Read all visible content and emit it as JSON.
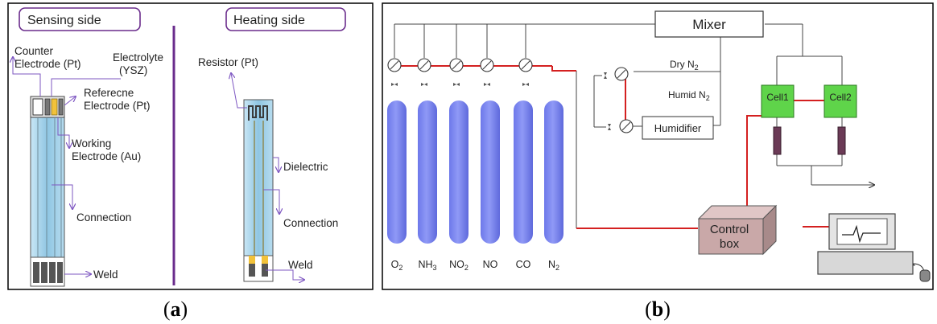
{
  "panel_a": {
    "sensing_title": "Sensing side",
    "heating_title": "Heating side",
    "labels": {
      "counter_1": "Counter",
      "counter_2": "Electrode (Pt)",
      "electrolyte_1": "Electrolyte",
      "electrolyte_2": "(YSZ)",
      "reference_1": "Referecne",
      "reference_2": "Electrode (Pt)",
      "working_1": "Working",
      "working_2": "Electrode (Au)",
      "connection_s": "Connection",
      "weld_s": "Weld",
      "resistor": "Resistor (Pt)",
      "dielectric": "Dielectric",
      "connection_h": "Connection",
      "weld_h": "Weld"
    },
    "caption": {
      "open": "(",
      "letter": "a",
      "close": ")"
    }
  },
  "panel_b": {
    "mixer": "Mixer",
    "dry": {
      "base": "Dry N",
      "sub": "2"
    },
    "humid": {
      "base": "Humid N",
      "sub": "2"
    },
    "humidifier": "Humidifier",
    "cell1": "Cell1",
    "cell2": "Cell2",
    "control_1": "Control",
    "control_2": "box",
    "gases": [
      {
        "base": "O",
        "sub": "2"
      },
      {
        "base": "NH",
        "sub": "3"
      },
      {
        "base": "NO",
        "sub": "2"
      },
      {
        "base": "NO",
        "sub": ""
      },
      {
        "base": "CO",
        "sub": ""
      },
      {
        "base": "N",
        "sub": "2"
      }
    ],
    "caption": {
      "open": "(",
      "letter": "b",
      "close": ")"
    }
  },
  "colors": {
    "cylinder": "#7b86f2",
    "cylinder_dark": "#5d68d8",
    "pipe_red": "#d42020",
    "cell_green": "#5fd44a",
    "control_box": "#c9a8a8",
    "electrode_blue": "#a9d3ea",
    "purple_arrow": "#7e57c2",
    "divider_purple": "#6a2c8c"
  }
}
